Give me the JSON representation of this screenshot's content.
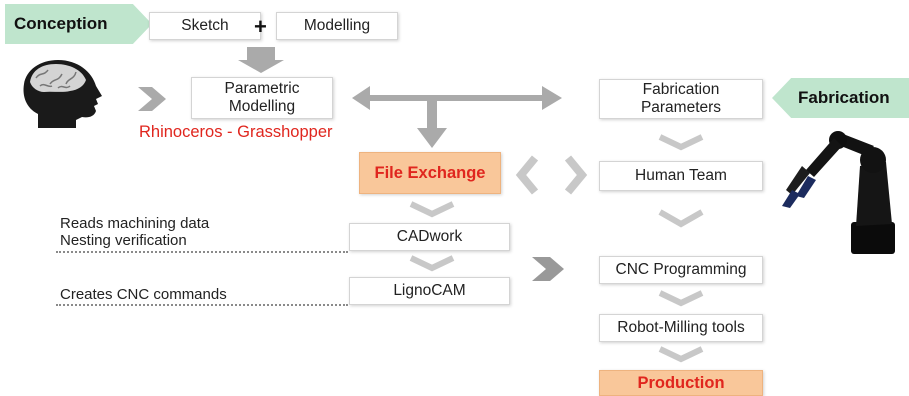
{
  "stages": {
    "conception": "Conception",
    "fabrication": "Fabrication"
  },
  "nodes": {
    "sketch": "Sketch",
    "plus": "+",
    "modelling": "Modelling",
    "parametric_line1": "Parametric",
    "parametric_line2": "Modelling",
    "software": "Rhinoceros - Grasshopper",
    "fab_params_line1": "Fabrication",
    "fab_params_line2": "Parameters",
    "file_exchange": "File Exchange",
    "human_team": "Human Team",
    "cadwork": "CADwork",
    "lignocam": "LignoCAM",
    "cnc_programming": "CNC Programming",
    "robot_milling": "Robot-Milling tools",
    "production": "Production"
  },
  "notes": {
    "reads_line1": "Reads machining data",
    "reads_line2": "Nesting verification",
    "creates": "Creates CNC commands"
  },
  "icons": [
    "human-head-brain-icon",
    "robot-arm-icon"
  ],
  "colors": {
    "stage_tag": "#bfe5cd",
    "highlight_box": "#f9c79a",
    "highlight_text": "#e0261e",
    "arrow": "#aaaaaa",
    "chevron": "#c8c8c8"
  }
}
